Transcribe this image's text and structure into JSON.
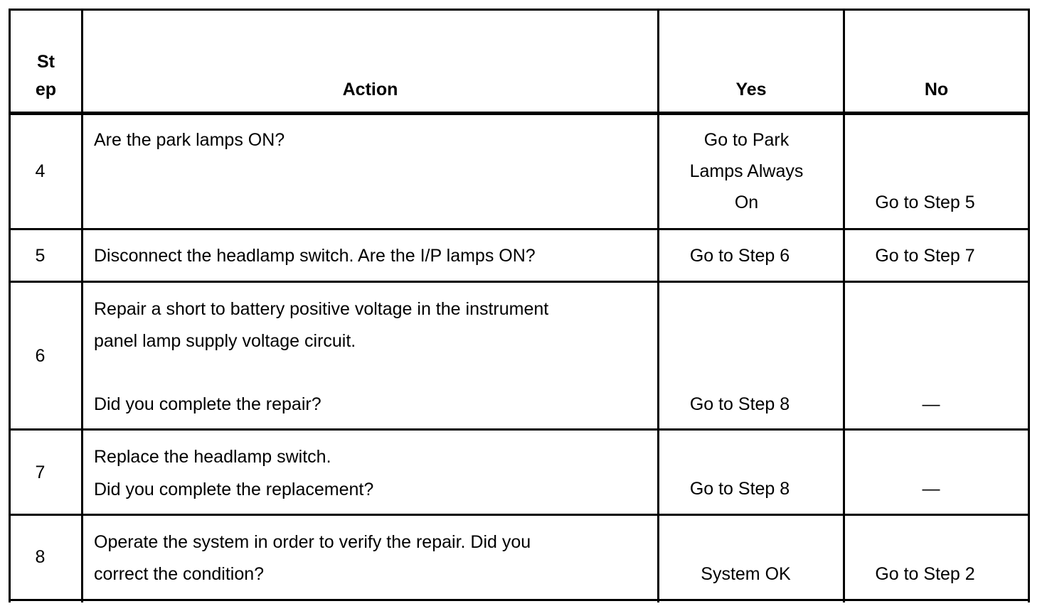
{
  "table": {
    "headers": {
      "step": [
        "St",
        "ep"
      ],
      "action": "Action",
      "yes": "Yes",
      "no": "No"
    },
    "rows": [
      {
        "step": "4",
        "action": [
          "Are the park lamps ON?"
        ],
        "yes": [
          "Go to Park",
          "Lamps Always",
          "On"
        ],
        "no": "Go to Step 5"
      },
      {
        "step": "5",
        "action": [
          "Disconnect the headlamp switch. Are the I/P lamps ON?"
        ],
        "yes": [
          "Go to Step 6"
        ],
        "no": "Go to Step 7"
      },
      {
        "step": "6",
        "action": [
          "Repair a short to battery positive voltage in the instrument",
          "panel lamp supply voltage circuit.",
          "Did you complete the repair?"
        ],
        "yes": [
          "Go to Step 8"
        ],
        "no": "—"
      },
      {
        "step": "7",
        "action": [
          "Replace the headlamp switch.",
          "Did you complete the replacement?"
        ],
        "yes": [
          "Go to Step 8"
        ],
        "no": "—"
      },
      {
        "step": "8",
        "action": [
          "Operate the system in order to verify the repair. Did you",
          "correct the condition?"
        ],
        "yes": [
          "System OK"
        ],
        "no": "Go to Step 2"
      }
    ]
  }
}
